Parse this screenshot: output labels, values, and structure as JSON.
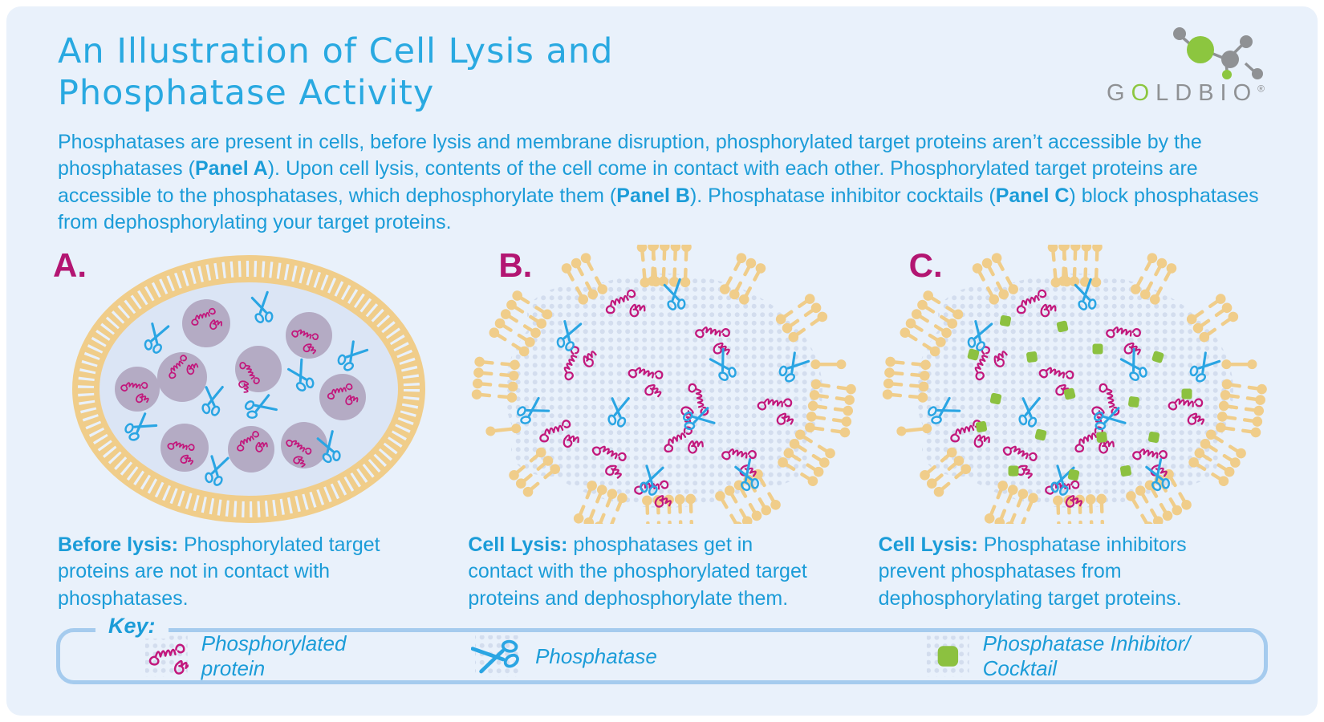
{
  "header": {
    "title_line1": "An Illustration of Cell Lysis and",
    "title_line2": "Phosphatase Activity"
  },
  "logo": {
    "part1": "G",
    "part2": "O",
    "part3": "LDBIO",
    "registered": "®",
    "molecule_icon": "molecule-dots-icon"
  },
  "intro": {
    "segments": [
      {
        "text": "Phosphatases are present in cells, before lysis and membrane disruption, phosphorylated target proteins aren’t accessible by the phosphatases (",
        "bold": false
      },
      {
        "text": "Panel A",
        "bold": true
      },
      {
        "text": "). Upon cell lysis, contents of the cell come in contact with each other. Phosphorylated target proteins are accessible to the phosphatases, which dephosphorylate them (",
        "bold": false
      },
      {
        "text": "Panel B",
        "bold": true
      },
      {
        "text": "). Phosphatase inhibitor cocktails (",
        "bold": false
      },
      {
        "text": "Panel C",
        "bold": true
      },
      {
        "text": ") block phosphatases from dephosphorylating your target proteins.",
        "bold": false
      }
    ]
  },
  "panels": [
    {
      "label": "A.",
      "illustration": "intact-cell-before-lysis",
      "caption_lead": "Before lysis:",
      "caption_rest": " Phosphorylated target proteins are not in contact with phosphatases."
    },
    {
      "label": "B.",
      "illustration": "lysed-cell-phosphatases-active",
      "caption_lead": "Cell Lysis:",
      "caption_rest": " phosphatases get in contact with the phosphorylated target proteins and dephosphorylate them."
    },
    {
      "label": "C.",
      "illustration": "lysed-cell-with-inhibitors",
      "caption_lead": "Cell Lysis:",
      "caption_rest": " Phosphatase inhibitors prevent phosphatases from dephosphorylating target proteins."
    }
  ],
  "key": {
    "label": "Key:",
    "items": [
      {
        "icon": "phosphorylated-protein-icon",
        "label": "Phosphorylated protein"
      },
      {
        "icon": "phosphatase-scissors-icon",
        "label": "Phosphatase"
      },
      {
        "icon": "inhibitor-square-icon",
        "label": "Phosphatase Inhibitor/ Cocktail"
      }
    ]
  },
  "palette": {
    "page_bg": "#e9f1fb",
    "title_blue": "#29a9e1",
    "text_blue": "#1b9cd8",
    "label_magenta": "#b31672",
    "protein_magenta": "#c2187c",
    "membrane_tan": "#f0cd8a",
    "cell_fill": "#dbe5f5",
    "vesicle_gray": "#b4abc4",
    "scissors_blue": "#2aa5e3",
    "inhibitor_green": "#8cc140",
    "dot_blue": "#d3ddee",
    "key_border": "#a5cbee",
    "logo_gray": "#8f9194",
    "logo_green": "#8cc63f"
  }
}
